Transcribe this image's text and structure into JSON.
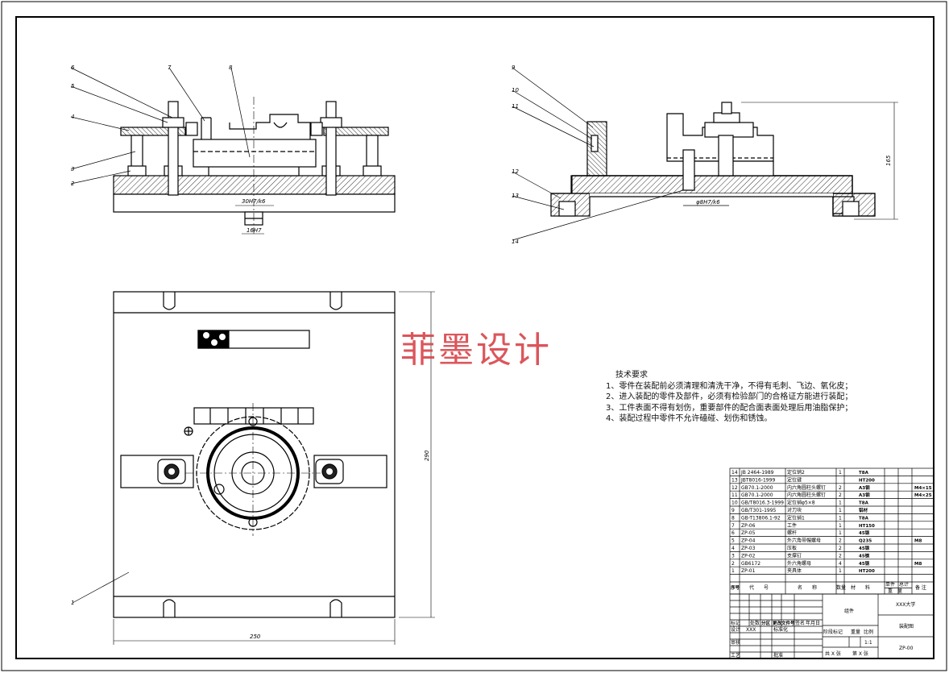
{
  "watermark": "菲墨设计",
  "tech_requirements": {
    "title": "技术要求",
    "items": [
      "1、零件在装配前必须清理和清洗干净，不得有毛刺、飞边、氧化皮；",
      "2、进入装配的零件及部件，必须有检验部门的合格证方能进行装配；",
      "3、工件表面不得有划伤，重要部件的配合面表面处理后用油脂保护；",
      "4、装配过程中零件不允许磕碰、划伤和锈蚀。"
    ]
  },
  "callouts_front": [
    "6",
    "5",
    "4",
    "3",
    "2",
    "7",
    "8"
  ],
  "callouts_side": [
    "9",
    "10",
    "11",
    "12",
    "13",
    "14"
  ],
  "callout_plan": "1",
  "dimensions": {
    "fit_large": "30H7/k6",
    "fit_small": "16H7",
    "fit_side": "φ8H7/k6",
    "height": "165",
    "plan_height": "290",
    "plan_width": "250"
  },
  "bom": [
    {
      "no": "14",
      "code": "JB 2464-1989",
      "name": "定位销2",
      "qty": "1",
      "mat": "T8A",
      "note": ""
    },
    {
      "no": "13",
      "code": "JBT8016-1999",
      "name": "定位键",
      "qty": "",
      "mat": "HT200",
      "note": ""
    },
    {
      "no": "12",
      "code": "GB70.1-2000",
      "name": "内六角圆柱头螺钉",
      "qty": "2",
      "mat": "A3钢",
      "note": "M4×15"
    },
    {
      "no": "11",
      "code": "GB70.1-2000",
      "name": "内六角圆柱头螺钉",
      "qty": "2",
      "mat": "A3钢",
      "note": "M4×25"
    },
    {
      "no": "10",
      "code": "GB/T8016.3-1999",
      "name": "定位销φ5×8",
      "qty": "1",
      "mat": "T8A",
      "note": ""
    },
    {
      "no": "9",
      "code": "GB/T301-1995",
      "name": "对刀块",
      "qty": "1",
      "mat": "铝材",
      "note": ""
    },
    {
      "no": "8",
      "code": "GB-T13806.1-92",
      "name": "定位销1",
      "qty": "1",
      "mat": "T8A",
      "note": ""
    },
    {
      "no": "7",
      "code": "ZP-06",
      "name": "工件",
      "qty": "1",
      "mat": "HT150",
      "note": ""
    },
    {
      "no": "6",
      "code": "ZP-05",
      "name": "螺杆",
      "qty": "1",
      "mat": "45钢",
      "note": ""
    },
    {
      "no": "5",
      "code": "ZP-04",
      "name": "外六角带帽螺母",
      "qty": "2",
      "mat": "Q235",
      "note": "M8"
    },
    {
      "no": "4",
      "code": "ZP-03",
      "name": "压板",
      "qty": "2",
      "mat": "45钢",
      "note": ""
    },
    {
      "no": "3",
      "code": "ZP-02",
      "name": "支撑钉",
      "qty": "2",
      "mat": "45钢",
      "note": ""
    },
    {
      "no": "2",
      "code": "GB6172",
      "name": "外六角螺母",
      "qty": "4",
      "mat": "45钢",
      "note": "M8"
    },
    {
      "no": "1",
      "code": "ZP-01",
      "name": "夹具体",
      "qty": "1",
      "mat": "HT200",
      "note": ""
    }
  ],
  "bom_header": {
    "no": "序号",
    "code": "代　　号",
    "name": "名　　称",
    "qty": "数量",
    "mat": "材　　料",
    "unit": "单件",
    "total": "总计",
    "weight": "重　量",
    "note": "备 注"
  },
  "title_block": {
    "assembly": "组件",
    "school": "XXX大学",
    "drawing_name": "装配图",
    "drawing_no": "ZP-00",
    "stage": "阶段标记",
    "weight": "重量",
    "scale_label": "比例",
    "scale": "1:1",
    "design": "设计",
    "design_name": "XXX",
    "standardize": "标准化",
    "mark": "标记",
    "count": "处数",
    "zone": "分区",
    "change": "更改文件号",
    "sign": "签名",
    "date": "年月日",
    "review": "审核",
    "craft": "工艺",
    "approve": "批准",
    "sheets_total": "共 X 张",
    "sheet_no": "第 X 张"
  }
}
